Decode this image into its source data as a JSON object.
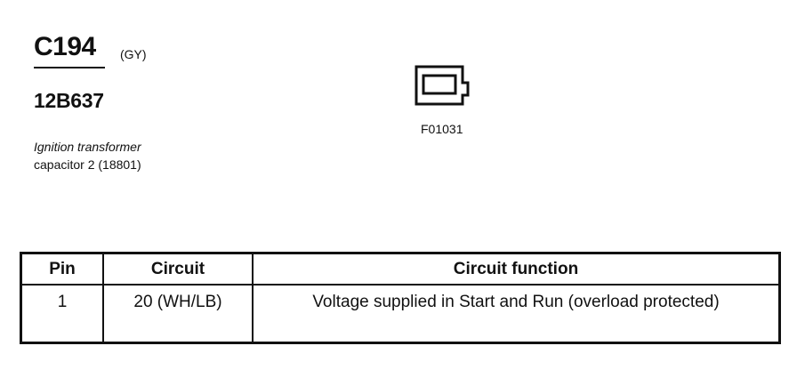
{
  "connector": {
    "id": "C194",
    "color_code": "(GY)",
    "part_number": "12B637",
    "description_line1": "Ignition transformer",
    "description_line2": "capacitor 2 (18801)",
    "figure_code": "F01031",
    "icon": "connector-face-icon"
  },
  "table": {
    "headers": {
      "pin": "Pin",
      "circuit": "Circuit",
      "function": "Circuit function"
    },
    "rows": [
      {
        "pin": "1",
        "circuit": "20 (WH/LB)",
        "function": "Voltage supplied in Start and Run (overload protected)"
      }
    ]
  }
}
